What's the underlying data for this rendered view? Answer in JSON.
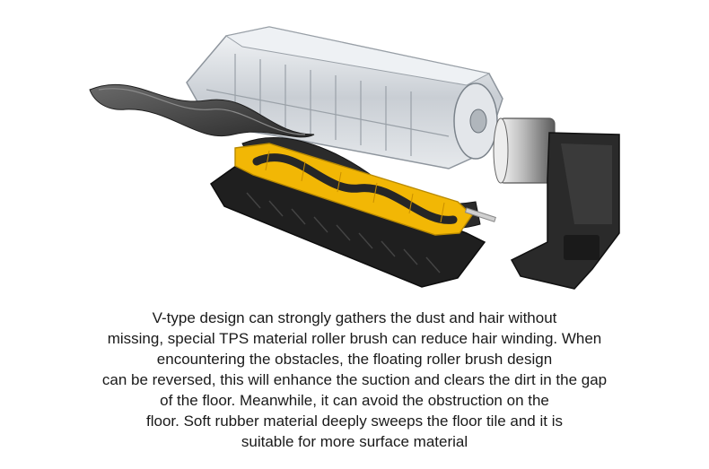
{
  "caption": {
    "lines": [
      "V-type design can strongly gathers the dust and hair without",
      "missing, special TPS material roller brush can reduce hair winding. When",
      "encountering the obstacles, the floating roller brush design",
      "can be reversed, this will enhance the suction and clears the dirt in the gap",
      "of the floor. Meanwhile, it can avoid the obstruction on the",
      "floor. Soft rubber material deeply sweeps the floor tile and it is",
      "suitable for more surface material"
    ]
  },
  "colors": {
    "background": "#ffffff",
    "brush_yellow": "#f2b705",
    "frame_dark": "#1c1c1c",
    "cover_clear": "#d9dde2",
    "text": "#1a1a1a"
  }
}
